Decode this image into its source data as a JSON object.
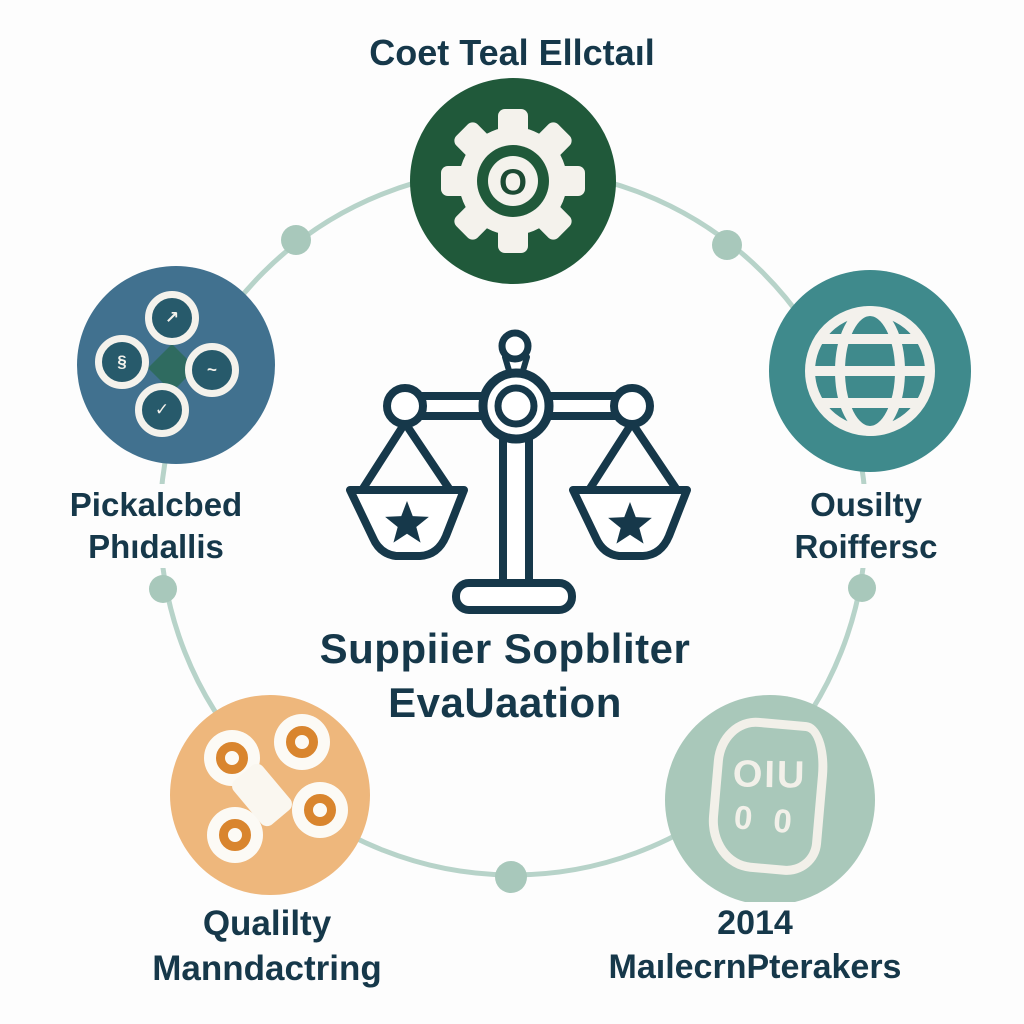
{
  "background": "#fdfdfd",
  "text_color": "#16384a",
  "ring": {
    "color": "#b7d3c9",
    "dot_color": "#a8c8bb"
  },
  "center": {
    "title_line1": "Suppiier Sopbliter",
    "title_line2": "EvaUaation",
    "icon": "balance-scale-icon",
    "icon_color": "#16384a",
    "pan_star": "★"
  },
  "nodes": {
    "top": {
      "label": "Coet Teal Ellctaıl",
      "color": "#20593a",
      "icon": "gear-icon",
      "gear_letter": "O"
    },
    "left": {
      "label_line1": "Pickalcbed",
      "label_line2": "Phıdallis",
      "color": "#41718f",
      "icon": "cycle-circles-icon",
      "glyph_top": "↗",
      "glyph_left": "§",
      "glyph_right": "~",
      "glyph_bottom": "✓"
    },
    "right": {
      "label_line1": "Ousilty",
      "label_line2": "Roiffersc",
      "color": "#3f8a8c",
      "icon": "globe-icon"
    },
    "bottom_left": {
      "label_line1": "Qualilty",
      "label_line2": "Manndactring",
      "color": "#eeb77c",
      "icon": "rollers-icon"
    },
    "bottom_right": {
      "label_line1": "2014",
      "label_line2": "MaılecrnPterakers",
      "color": "#a9c8ba",
      "icon": "document-icon",
      "doc_line1": "OIU",
      "doc_line2": "0 0"
    }
  }
}
